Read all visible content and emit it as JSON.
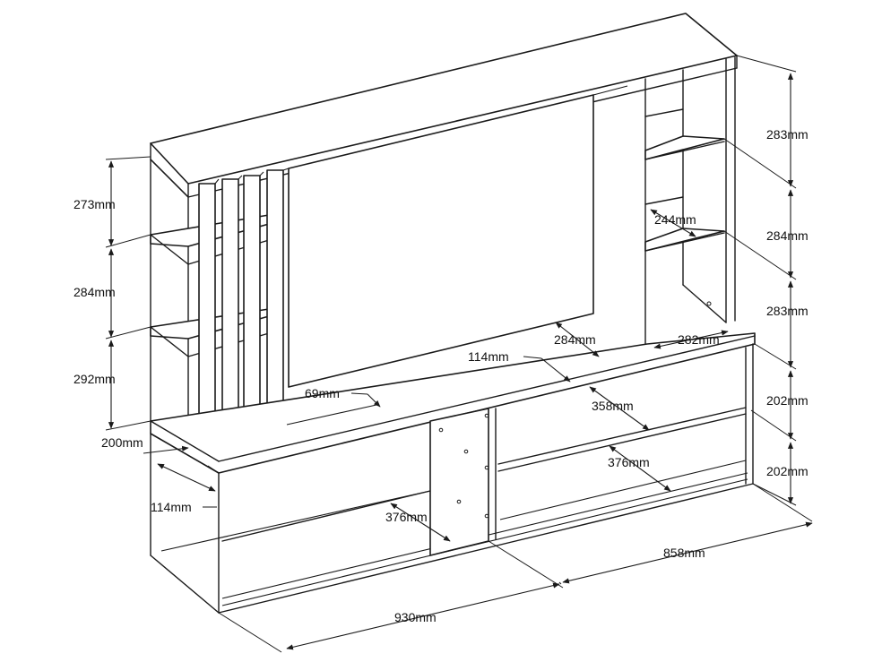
{
  "drawing": {
    "labels": {
      "top_right_shelf_height": "283mm",
      "right_middle_shelf_height": "284mm",
      "right_lower_shelf_height": "283mm",
      "right_inner_shelf_depth": "244mm",
      "left_top_shelf_height": "273mm",
      "left_middle_shelf_height": "284mm",
      "left_lower_shelf_height": "292mm",
      "left_side_depth": "200mm",
      "front_depth_left": "114mm",
      "center_depth": "114mm",
      "center_opening_width": "284mm",
      "right_column_width": "282mm",
      "slat_gap": "69mm",
      "right_cabinet_upper_width": "358mm",
      "right_cabinet_lower_width": "376mm",
      "left_cabinet_width": "376mm",
      "base_upper_height": "202mm",
      "base_lower_height": "202mm",
      "base_depth_right": "858mm",
      "base_total_width": "930mm"
    }
  }
}
